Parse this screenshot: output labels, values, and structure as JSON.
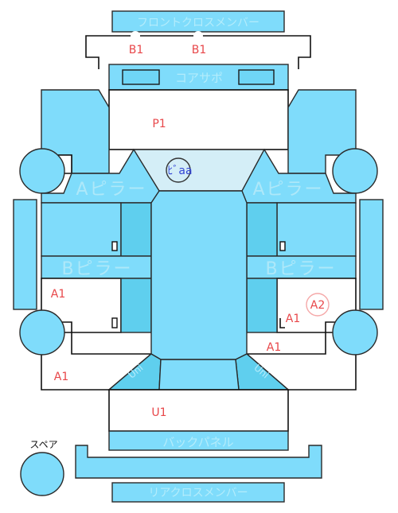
{
  "parts": {
    "front_cross_member": "フロントクロスメンバー",
    "core_support": "コアサポ",
    "a_pillar_left": "Aピラー",
    "a_pillar_right": "Aピラー",
    "b_pillar_left": "Bピラー",
    "b_pillar_right": "Bピラー",
    "back_panel": "バックパネル",
    "rear_cross_member": "リアクロスメンバー",
    "spare": "スペア",
    "roof_label": "ﾋﾞaa",
    "uni_left": "Uni",
    "uni_right": "Uni"
  },
  "marks": {
    "b1_left": "B1",
    "b1_right": "B1",
    "p1": "P1",
    "a1_left_upper": "A1",
    "a1_left_lower": "A1",
    "a1_right_upper": "A1",
    "a1_right_lower": "A1",
    "a2": "A2",
    "u1": "U1"
  },
  "colors": {
    "panel": "#7fdcfb",
    "panel_dark": "#5fcfee",
    "roof": "#d4eef7",
    "damage_mark": "#e8474a",
    "a2_circle": "#f5a8a8",
    "roof_label": "#3446d6"
  }
}
